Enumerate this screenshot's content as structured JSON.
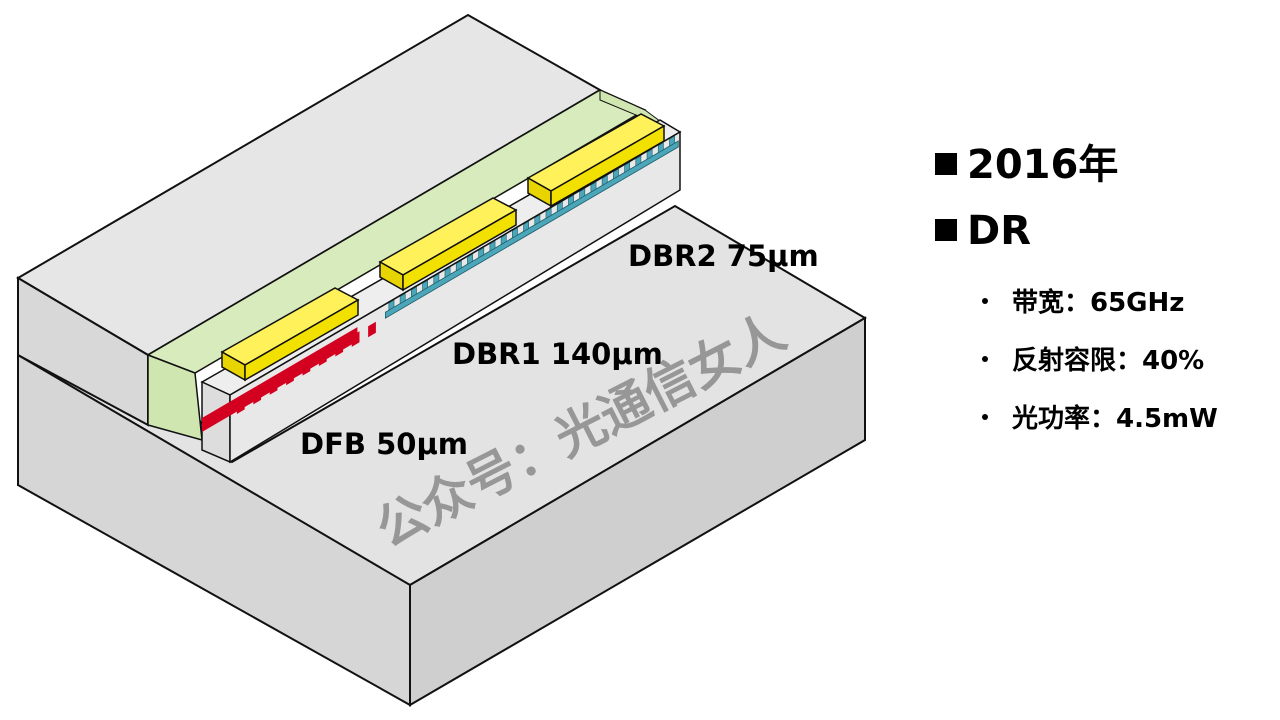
{
  "labels": {
    "dbr2": "DBR2 75μm",
    "dbr1": "DBR1 140μm",
    "dfb": "DFB 50μm"
  },
  "watermark": "公众号：光通信女人",
  "info": {
    "heading1": "2016年",
    "heading2": "DR",
    "items": [
      {
        "text": "带宽：65GHz"
      },
      {
        "text": "反射容限：40%"
      },
      {
        "text": "光功率：4.5mW"
      }
    ]
  },
  "colors": {
    "block_face": "#dcdcdc",
    "block_side": "#d0d0d0",
    "block_top": "#e6e6e6",
    "cladding": "#cfe6b0",
    "electrode": "#f2e000",
    "dfb_grating": "#d40020",
    "dbr_grating": "#4aa6b8"
  }
}
